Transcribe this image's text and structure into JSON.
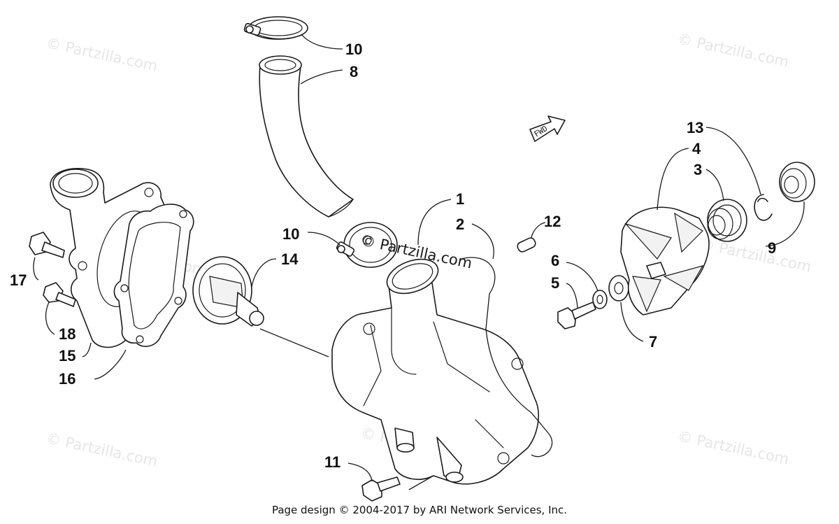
{
  "watermarks": {
    "corner": "© Partzilla.com",
    "center": "© Partzilla.com"
  },
  "fwd_label": "FWD",
  "callouts": {
    "c1": "1",
    "c2": "2",
    "c3": "3",
    "c4": "4",
    "c5": "5",
    "c6": "6",
    "c7": "7",
    "c8": "8",
    "c9": "9",
    "c10a": "10",
    "c10b": "10",
    "c11": "11",
    "c12": "12",
    "c13": "13",
    "c14": "14",
    "c15": "15",
    "c16": "16",
    "c17": "17",
    "c18": "18"
  },
  "footer": "Page design © 2004-2017 by ARI Network Services, Inc."
}
